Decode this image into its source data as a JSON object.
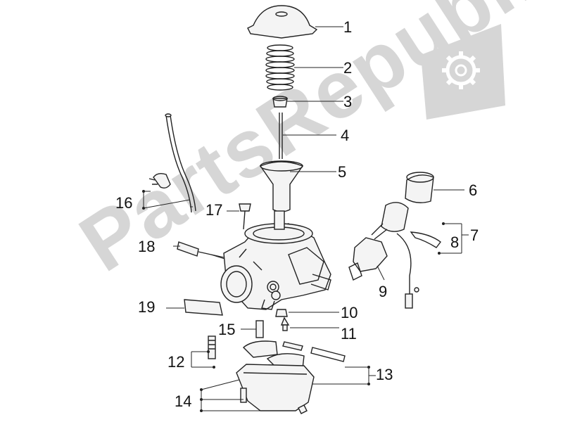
{
  "watermark": {
    "text": "PartsRepublik",
    "icon": "gear-icon",
    "color": "#d6d6d6"
  },
  "callouts": {
    "c1": "1",
    "c2": "2",
    "c3": "3",
    "c4": "4",
    "c5": "5",
    "c6": "6",
    "c7": "7",
    "c8": "8",
    "c9": "9",
    "c10": "10",
    "c11": "11",
    "c12": "12",
    "c13": "13",
    "c14": "14",
    "c15": "15",
    "c16": "16",
    "c17": "17",
    "c18": "18",
    "c19": "19"
  },
  "colors": {
    "line": "#222222",
    "watermark": "#d6d6d6",
    "background": "#ffffff"
  }
}
